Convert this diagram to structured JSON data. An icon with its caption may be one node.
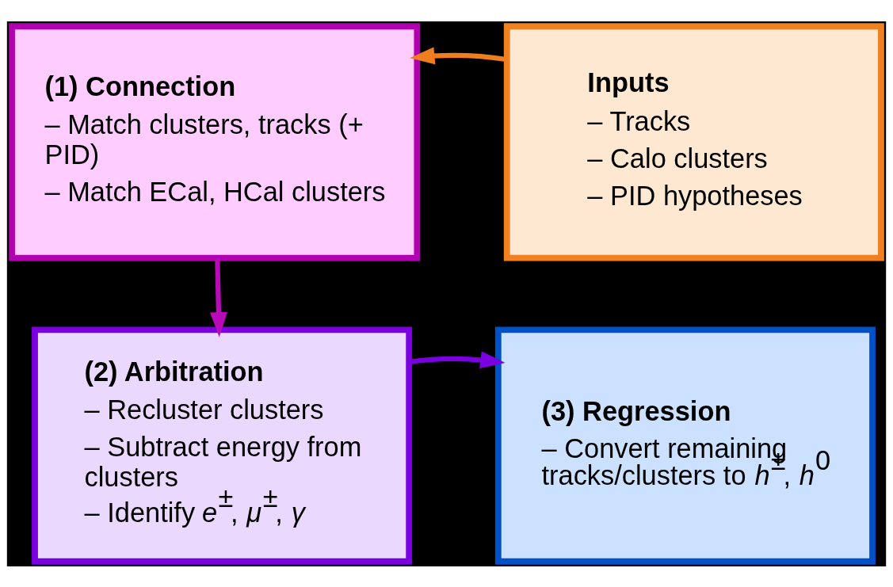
{
  "diagram": {
    "nodes": [
      {
        "text": [
          "(1) Connection",
          "– Match clusters, tracks (+ PID)",
          "– Match ECal, HCal clusters"
        ]
      },
      {
        "text": [
          "Inputs",
          "– Tracks",
          "– Calo clusters",
          "– PID hypotheses"
        ]
      },
      {
        "text": [
          "(2) Arbitration",
          "– Recluster clusters",
          "– Subtract energy from clusters",
          "– Identify *e*$^{±}$, *μ*$^{±}$, *γ*"
        ]
      },
      {
        "text": [
          "(3) Regression",
          "– Convert remaining tracks/clusters to *h*$^{±}$, *h*$^{0}$"
        ]
      }
    ],
    "edges": [
      {
        "from": 1,
        "to": 0,
        "arrow": "to",
        "color": "#f07d1e"
      },
      {
        "from": 0,
        "to": 2,
        "arrow": "to",
        "color": "#b90ab9"
      },
      {
        "from": 2,
        "to": 3,
        "arrow": "to",
        "color": "#7a00e0"
      }
    ]
  }
}
